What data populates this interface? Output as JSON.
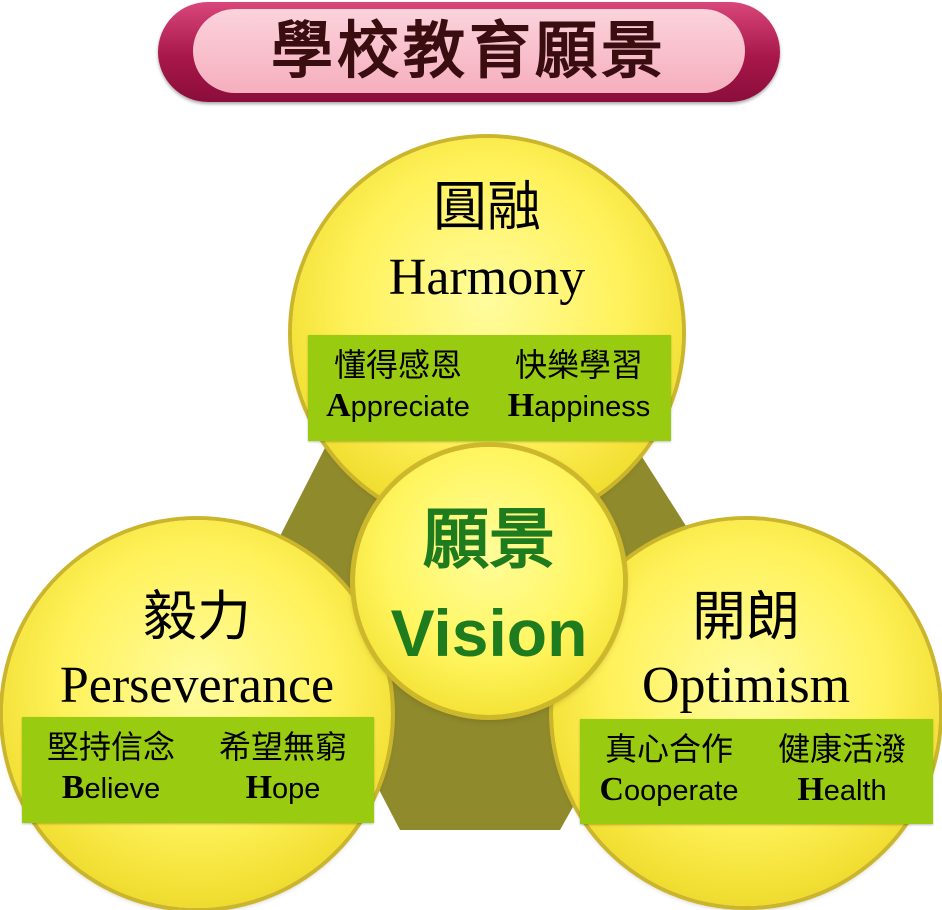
{
  "title": "學校教育願景",
  "center": {
    "cn": "願景",
    "en": "Vision"
  },
  "pillars": {
    "top": {
      "cn": "圓融",
      "en": "Harmony",
      "values": [
        {
          "cn": "懂得感恩",
          "initial": "A",
          "rest": "ppreciate"
        },
        {
          "cn": "快樂學習",
          "initial": "H",
          "rest": "appiness"
        }
      ]
    },
    "left": {
      "cn": "毅力",
      "en": "Perseverance",
      "values": [
        {
          "cn": "堅持信念",
          "initial": "B",
          "rest": "elieve"
        },
        {
          "cn": "希望無窮",
          "initial": "H",
          "rest": "ope"
        }
      ]
    },
    "right": {
      "cn": "開朗",
      "en": "Optimism",
      "values": [
        {
          "cn": "真心合作",
          "initial": "C",
          "rest": "ooperate"
        },
        {
          "cn": "健康活潑",
          "initial": "H",
          "rest": "ealth"
        }
      ]
    }
  },
  "colors": {
    "title_border": "#a8174a",
    "title_fill": "#f6aebe",
    "title_text": "#3a0d10",
    "circle_fill": "#fff25c",
    "triangle": "#8f8a2c",
    "value_box": "#99cc11",
    "center_text": "#1e7b1e"
  }
}
